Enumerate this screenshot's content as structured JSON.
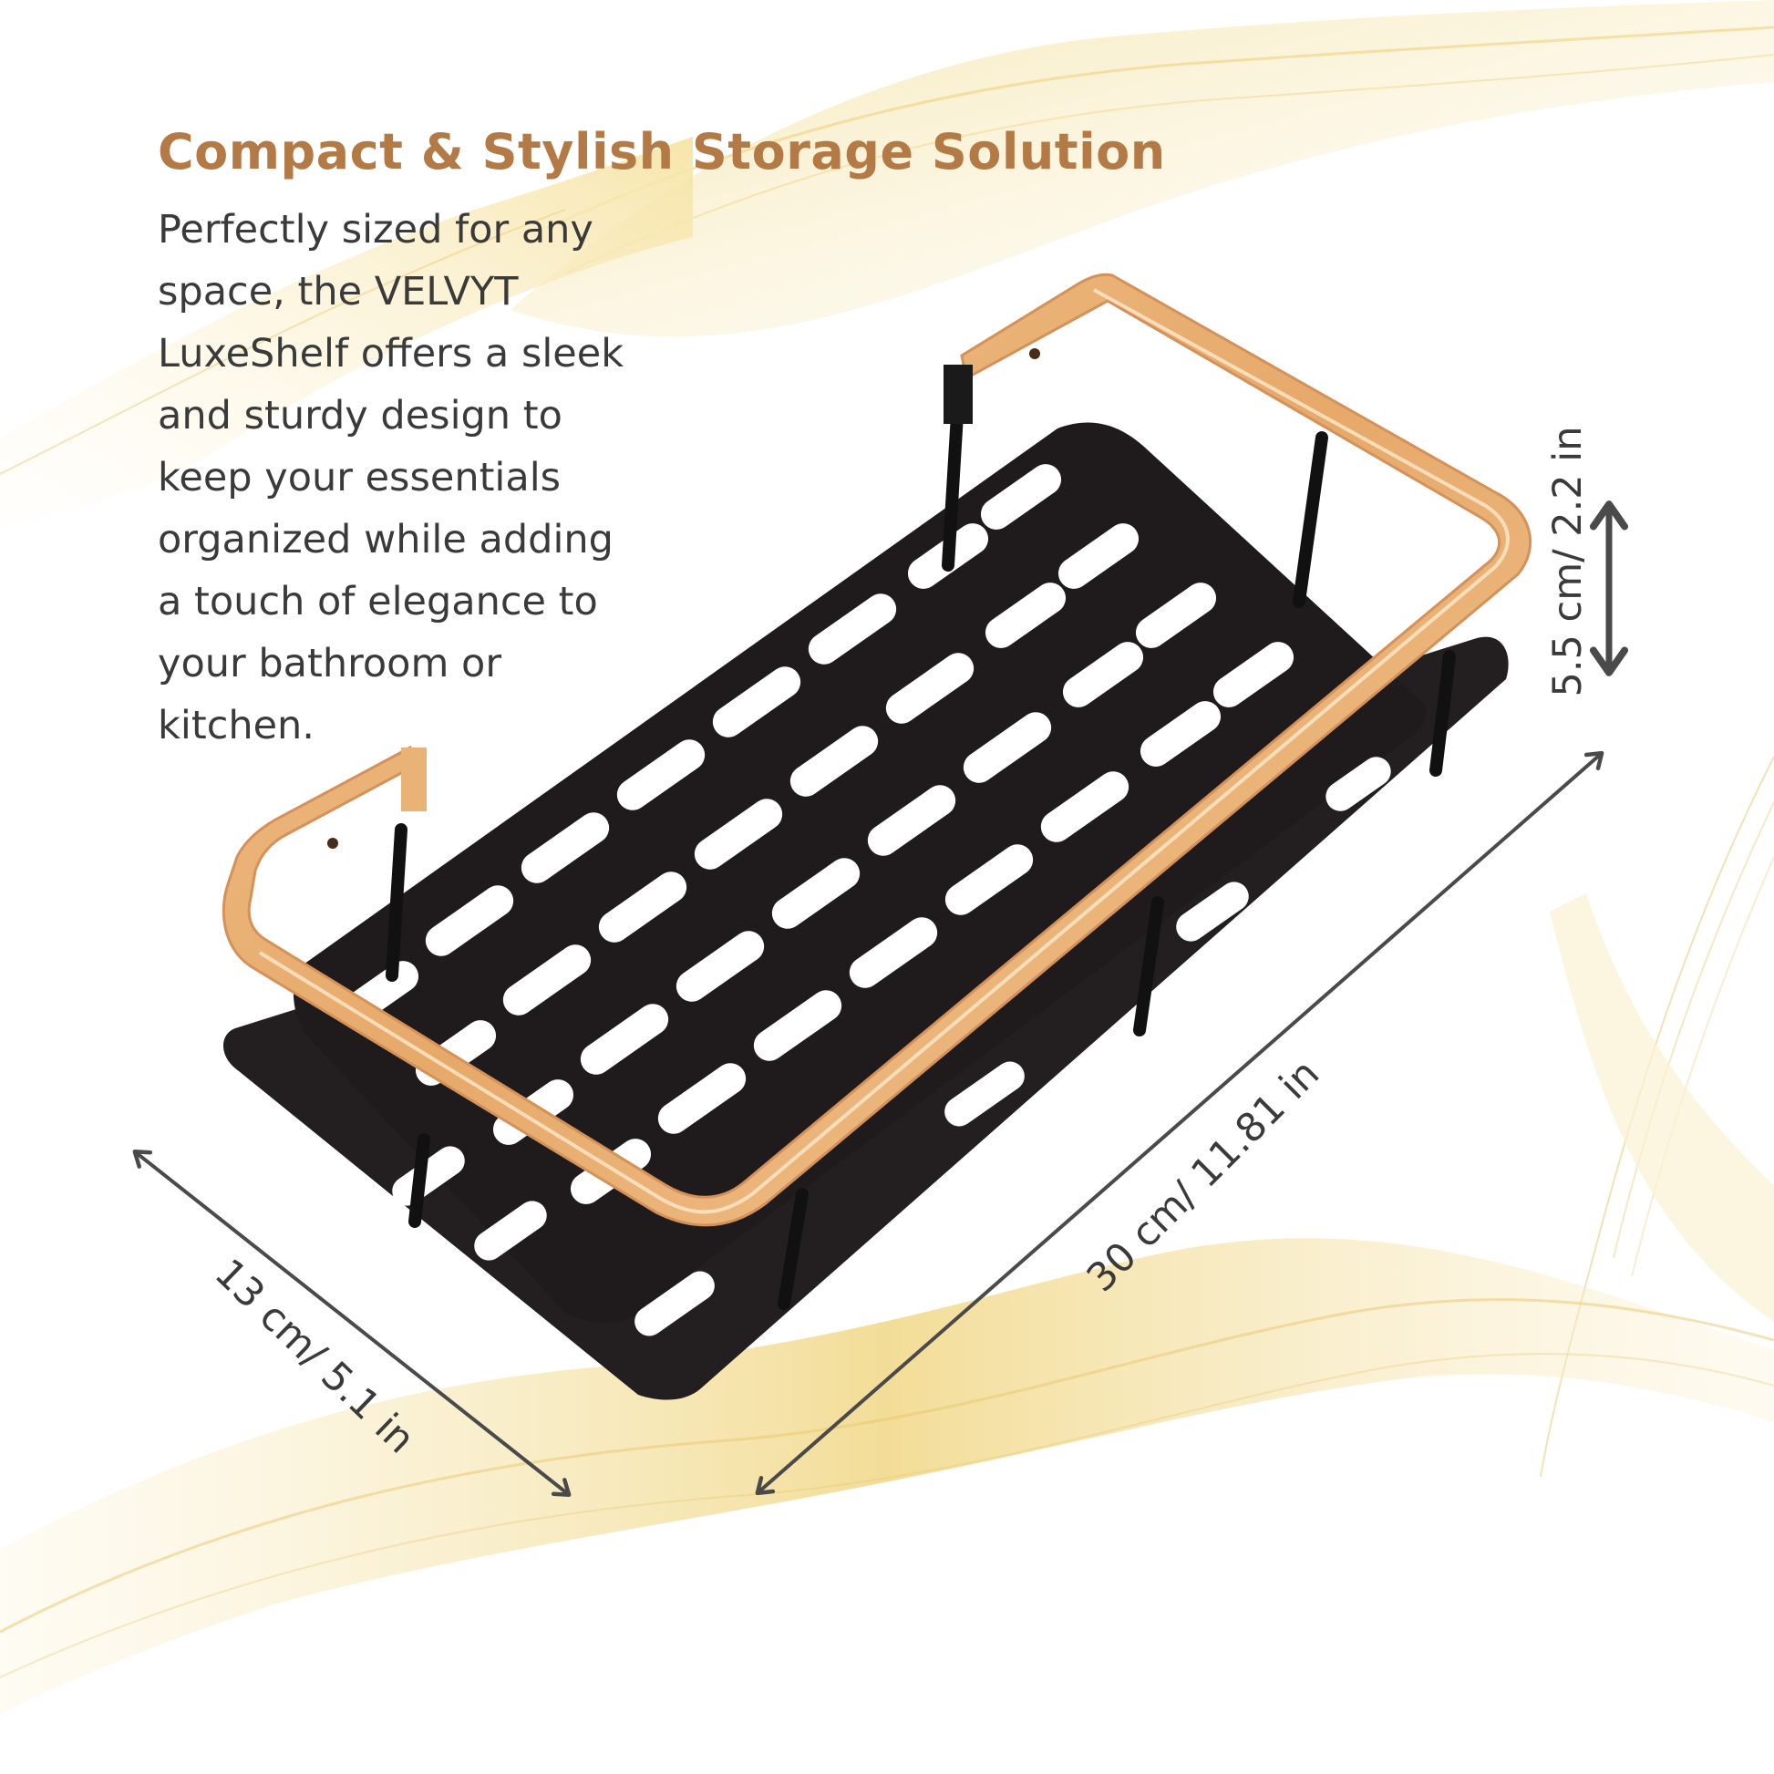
{
  "headline": "Compact & Stylish Storage Solution",
  "description_lines": [
    "Perfectly sized for any",
    "space, the VELVYT",
    "LuxeShelf offers a sleek",
    "and sturdy design to",
    "keep your essentials",
    "organized while adding",
    "a touch of elegance to",
    "your bathroom or",
    "kitchen."
  ],
  "dimensions": {
    "height": "5.5 cm/ 2.2 in",
    "length": "30 cm/ 11.81 in",
    "width": "13 cm/ 5.1 in"
  },
  "colors": {
    "headline": "#b47a45",
    "body_text": "#3a3a3a",
    "shelf_plate": "#231f20",
    "rail_gold": "#e9b277",
    "wave_gold": "#f1d98c"
  }
}
